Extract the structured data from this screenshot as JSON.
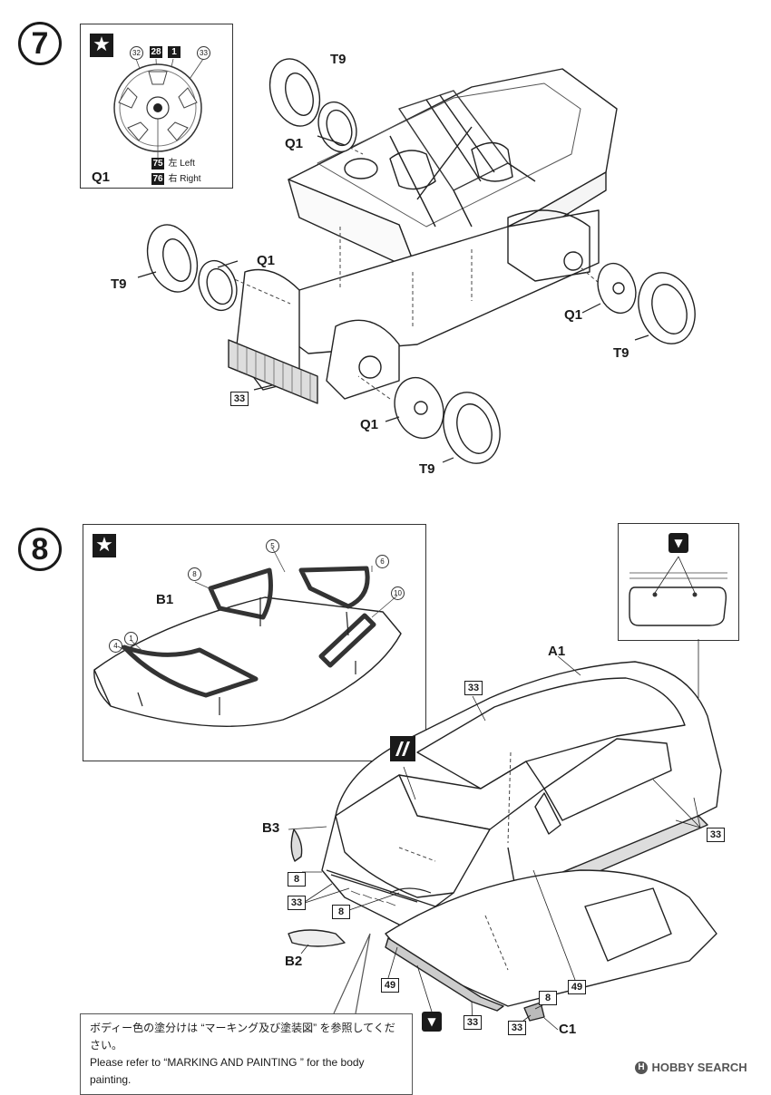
{
  "step7": {
    "number": "7",
    "inset": {
      "labels": {
        "p32": "32",
        "p28": "28",
        "p1": "1",
        "p33": "33",
        "p75": "75",
        "p76": "76"
      },
      "left_text": "左 Left",
      "right_text": "右 Right",
      "part_name": "Q1"
    },
    "parts": {
      "t9_a": "T9",
      "q1_a": "Q1",
      "q1_b": "Q1",
      "t9_b": "T9",
      "q1_c": "Q1",
      "t9_c": "T9",
      "q1_d": "Q1",
      "t9_d": "T9",
      "p33": "33"
    }
  },
  "step8": {
    "number": "8",
    "inset": {
      "part_name": "B1",
      "labels": {
        "p8": "8",
        "p5": "5",
        "p6": "6",
        "p10": "10",
        "p1": "1",
        "p4": "4"
      }
    },
    "parts": {
      "a1": "A1",
      "p33_roof": "33",
      "p33_side": "33",
      "b3": "B3",
      "p8_a": "8",
      "p33_front": "33",
      "p8_b": "8",
      "b2": "B2",
      "p49_a": "49",
      "p49_b": "49",
      "p33_bottom": "33",
      "p33_c1": "33",
      "p8_c1": "8",
      "c1": "C1"
    },
    "note": {
      "jp": "ボディー色の塗分けは “マーキング及び塗装図” を参照してください。",
      "en": "Please refer to “MARKING AND PAINTING ” for the body painting."
    }
  },
  "watermark": "HOBBY SEARCH",
  "icons": [
    "star-icon",
    "paint-icon",
    "hobby-search-logo"
  ]
}
